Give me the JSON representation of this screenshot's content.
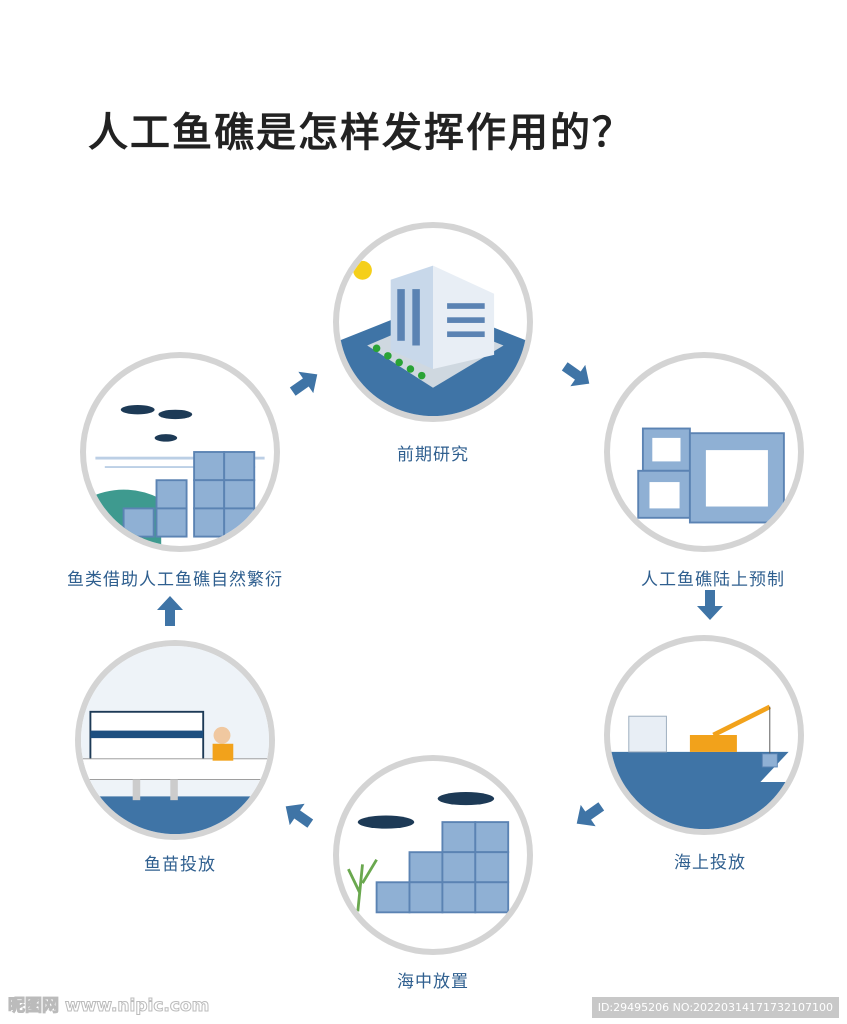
{
  "title": "人工鱼礁是怎样发挥作用的？",
  "steps": [
    {
      "label": "前期研究",
      "icon": "office-building-illustration"
    },
    {
      "label": "人工鱼礁陆上预制",
      "icon": "concrete-reef-cubes-illustration"
    },
    {
      "label": "海上投放",
      "icon": "crane-ship-illustration"
    },
    {
      "label": "海中放置",
      "icon": "divers-reef-illustration"
    },
    {
      "label": "鱼苗投放",
      "icon": "ferry-fry-release-illustration"
    },
    {
      "label": "鱼类借助人工鱼礁自然繁衍",
      "icon": "fish-school-reef-illustration"
    }
  ],
  "colors": {
    "primary": "#3f74a6",
    "light": "#b9cde3",
    "ring": "#d4d4d4",
    "title": "#222222"
  },
  "watermark": {
    "site": "昵图网 www.nipic.com",
    "id": "ID:29495206 NO:20220314171732107100"
  }
}
